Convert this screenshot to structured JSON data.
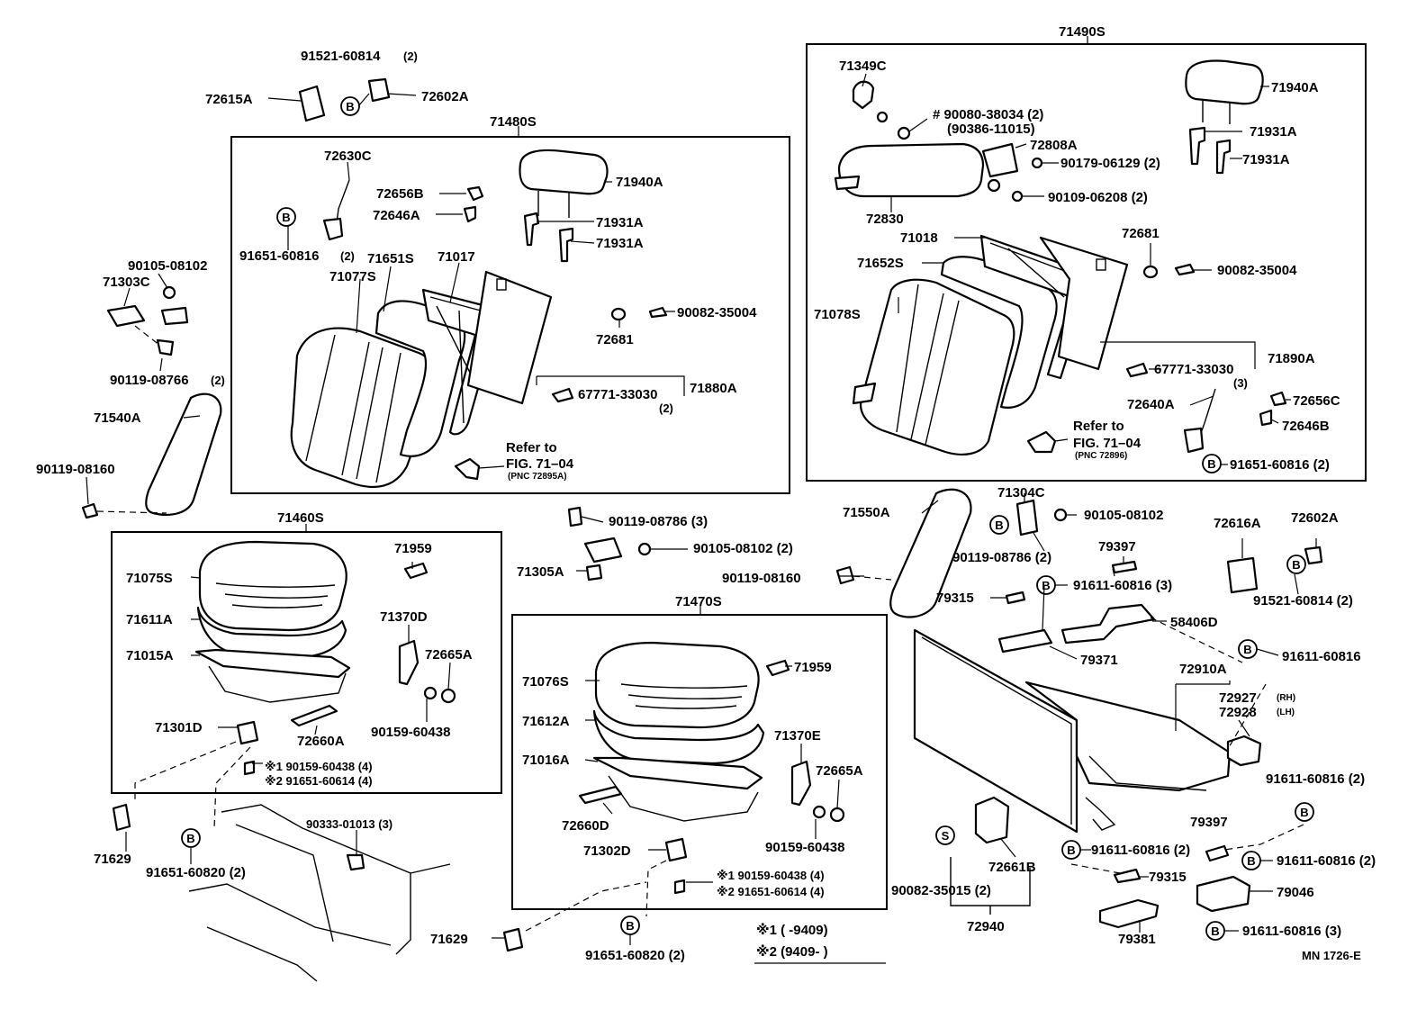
{
  "callouts": {
    "c_72615A": "72615A",
    "c_91521_60814_top": "91521-60814",
    "c_q2_a": "(2)",
    "c_72602A_top": "72602A",
    "c_71480S": "71480S",
    "c_72630C": "72630C",
    "c_72656B_l": "72656B",
    "c_72646A": "72646A",
    "c_71940A_l": "71940A",
    "c_71931A_l1": "71931A",
    "c_71931A_l2": "71931A",
    "c_91651_60816_l": "91651-60816",
    "c_q2_b": "(2)",
    "c_71651S": "71651S",
    "c_71017": "71017",
    "c_71077S": "71077S",
    "c_90105_08102_l": "90105-08102",
    "c_71303C": "71303C",
    "c_90119_08766_l": "90119-08766",
    "c_q2_c": "(2)",
    "c_90082_35004_l": "90082-35004",
    "c_72681_l": "72681",
    "c_67771_33030_l": "67771-33030",
    "c_q2_d": "(2)",
    "c_71880A": "71880A",
    "c_71540A": "71540A",
    "c_90119_08160_l": "90119-08160",
    "c_refer_l": "Refer to",
    "c_fig_l": "FIG. 71–04",
    "c_pnc_l": "(PNC 72895A)",
    "c_71490S": "71490S",
    "c_71349C": "71349C",
    "c_90080_38034": "# 90080-38034 (2)",
    "c_90386_11015": "(90386-11015)",
    "c_72808A": "72808A",
    "c_90179_06129": "90179-06129 (2)",
    "c_90109_06208": "90109-06208 (2)",
    "c_72830": "72830",
    "c_71940A_r": "71940A",
    "c_71931A_r1": "71931A",
    "c_71931A_r2": "71931A",
    "c_71018": "71018",
    "c_71652S": "71652S",
    "c_71078S": "71078S",
    "c_72681_r": "72681",
    "c_90082_35004_r": "90082-35004",
    "c_67771_33030_r": "67771-33030",
    "c_q3_a": "(3)",
    "c_71890A": "71890A",
    "c_72640A": "72640A",
    "c_72656C": "72656C",
    "c_72646B": "72646B",
    "c_refer_r": "Refer to",
    "c_fig_r": "FIG. 71–04",
    "c_pnc_r": "(PNC 72896)",
    "c_91651_60816_r": "91651-60816 (2)",
    "c_71460S": "71460S",
    "c_71075S": "71075S",
    "c_71611A": "71611A",
    "c_71015A": "71015A",
    "c_71959_l": "71959",
    "c_71370D": "71370D",
    "c_72665A_l": "72665A",
    "c_72660A": "72660A",
    "c_90159_60438_l": "90159-60438",
    "c_71301D": "71301D",
    "c_note1_l": "※1 90159-60438 (4)",
    "c_note2_l": "※2 91651-60614 (4)",
    "c_71629_l": "71629",
    "c_91651_60820_l": "91651-60820 (2)",
    "c_90333_01013": "90333-01013 (3)",
    "c_90119_08786_m": "90119-08786 (3)",
    "c_90105_08102_m": "90105-08102 (2)",
    "c_71305A": "71305A",
    "c_71470S": "71470S",
    "c_71076S": "71076S",
    "c_71612A": "71612A",
    "c_71016A": "71016A",
    "c_71959_m": "71959",
    "c_71370E": "71370E",
    "c_72665A_m": "72665A",
    "c_72660D": "72660D",
    "c_90159_60438_m": "90159-60438",
    "c_71302D": "71302D",
    "c_note1_m": "※1 90159-60438 (4)",
    "c_note2_m": "※2 91651-60614 (4)",
    "c_71629_m": "71629",
    "c_91651_60820_m": "91651-60820 (2)",
    "c_71550A": "71550A",
    "c_90119_08160_m": "90119-08160",
    "c_71304C": "71304C",
    "c_90105_08102_r": "90105-08102",
    "c_90119_08786_r": "90119-08786 (2)",
    "c_79397_a": "79397",
    "c_72616A": "72616A",
    "c_72602A_r": "72602A",
    "c_91521_60814_r": "91521-60814 (2)",
    "c_91611_60816_a": "91611-60816 (3)",
    "c_79315_a": "79315",
    "c_58406D": "58406D",
    "c_79371": "79371",
    "c_91611_60816_b": "91611-60816",
    "c_72910A": "72910A",
    "c_72927": "72927",
    "c_rh": "(RH)",
    "c_72928": "72928",
    "c_lh": "(LH)",
    "c_91611_60816_c": "91611-60816 (2)",
    "c_79397_b": "79397",
    "c_91611_60816_d": "91611-60816 (2)",
    "c_91611_60816_e": "91611-60816 (2)",
    "c_79315_b": "79315",
    "c_79046": "79046",
    "c_72661B": "72661B",
    "c_90082_35015": "90082-35015 (2)",
    "c_72940": "72940",
    "c_79381": "79381",
    "c_91611_60816_f": "91611-60816 (3)",
    "c_legend1": "※1 (        -9409)",
    "c_legend2": "※2 (9409-         )",
    "c_mn": "MN  1726-E"
  },
  "markers": {
    "b": "B",
    "s": "S"
  }
}
